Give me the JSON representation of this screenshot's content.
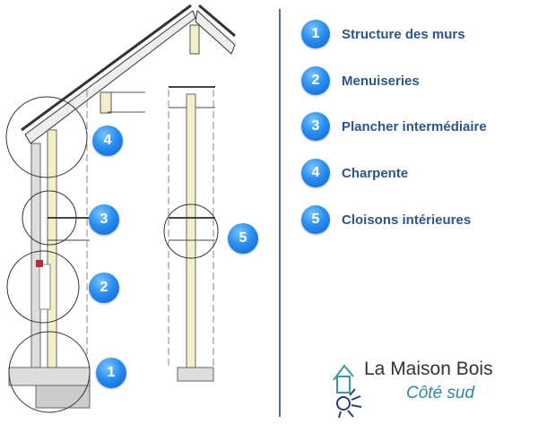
{
  "legend": [
    {
      "number": "1",
      "label": "Structure des murs"
    },
    {
      "number": "2",
      "label": "Menuiseries"
    },
    {
      "number": "3",
      "label": "Plancher intermédiaire"
    },
    {
      "number": "4",
      "label": "Charpente"
    },
    {
      "number": "5",
      "label": "Cloisons intérieures"
    }
  ],
  "logo": {
    "title": "La Maison Bois",
    "subtitle": "Côté sud"
  },
  "colors": {
    "accent": "#2a8ef0",
    "text": "#2c5686",
    "divider": "#4e6f9c",
    "wood": "#f3efc8"
  }
}
